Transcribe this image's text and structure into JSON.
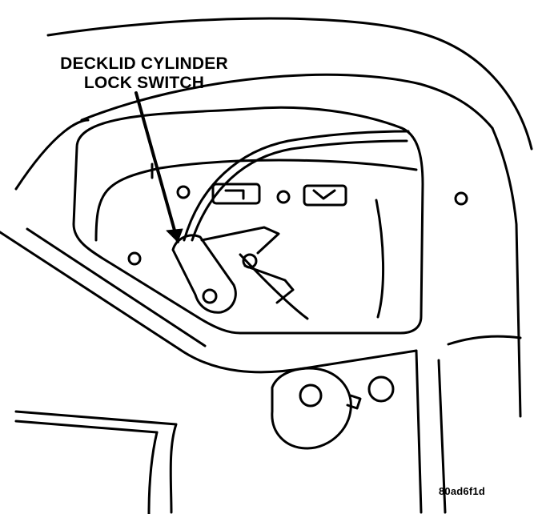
{
  "figure": {
    "callout_line1": "DECKLID CYLINDER",
    "callout_line2": "LOCK SWITCH",
    "figure_id": "80ad6f1d"
  }
}
